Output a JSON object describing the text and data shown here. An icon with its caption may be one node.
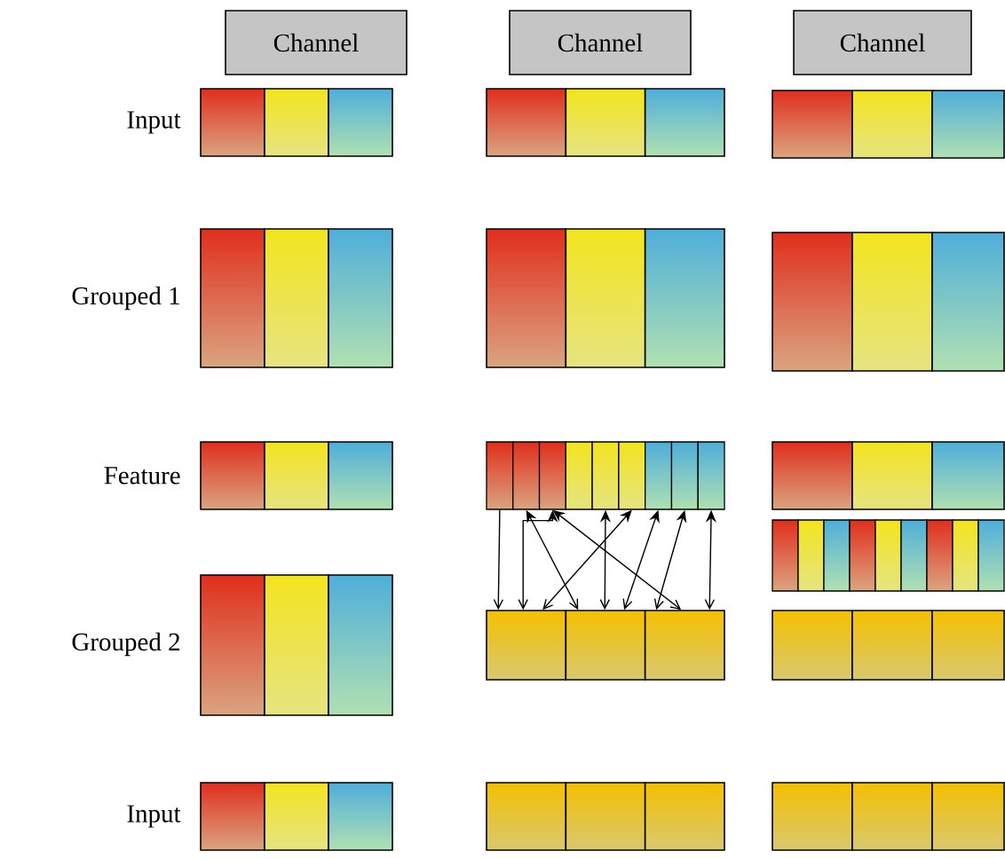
{
  "diagram": {
    "nodes": [
      {
        "text": [
          "Channel"
        ]
      },
      {
        "text": [
          "Channel"
        ]
      },
      {
        "text": [
          "Channel"
        ]
      },
      {
        "text": [],
        "shape": "box"
      },
      {
        "text": [],
        "shape": "box"
      },
      {
        "text": [],
        "shape": "box"
      },
      {
        "text": [],
        "shape": "box"
      },
      {
        "text": [],
        "shape": "box"
      },
      {
        "text": [],
        "shape": "box"
      },
      {
        "text": [],
        "shape": "box"
      },
      {
        "text": [],
        "shape": "box"
      },
      {
        "text": [],
        "shape": "box"
      },
      {
        "text": [],
        "shape": "box"
      },
      {
        "text": [],
        "shape": "box"
      },
      {
        "text": [],
        "shape": "box"
      },
      {
        "text": [],
        "shape": "box"
      },
      {
        "text": [],
        "shape": "box"
      },
      {
        "text": [],
        "shape": "box"
      },
      {
        "text": [],
        "shape": "box"
      },
      {
        "text": [],
        "shape": "box"
      },
      {
        "text": [],
        "shape": "box"
      },
      {
        "text": [],
        "shape": "box"
      },
      {
        "text": [],
        "shape": "box"
      },
      {
        "text": [],
        "shape": "box"
      },
      {
        "text": [],
        "shape": "bar"
      },
      {
        "text": [],
        "shape": "bar"
      },
      {
        "text": [],
        "shape": "bar"
      },
      {
        "text": [],
        "shape": "bar"
      },
      {
        "text": [],
        "shape": "bar"
      },
      {
        "text": [],
        "shape": "bar"
      },
      {
        "text": [],
        "shape": "bar"
      },
      {
        "text": [],
        "shape": "bar"
      },
      {
        "text": [],
        "shape": "bar"
      },
      {
        "text": [],
        "shape": "box"
      },
      {
        "text": [],
        "shape": "box"
      },
      {
        "text": [],
        "shape": "box"
      },
      {
        "text": [],
        "shape": "bar"
      },
      {
        "text": [],
        "shape": "bar"
      },
      {
        "text": [],
        "shape": "bar"
      },
      {
        "text": [],
        "shape": "bar"
      },
      {
        "text": [],
        "shape": "bar"
      },
      {
        "text": [],
        "shape": "bar"
      },
      {
        "text": [],
        "shape": "bar"
      },
      {
        "text": [],
        "shape": "bar"
      },
      {
        "text": [],
        "shape": "bar"
      },
      {
        "text": [],
        "shape": "box"
      },
      {
        "text": [],
        "shape": "box"
      },
      {
        "text": [],
        "shape": "box"
      },
      {
        "text": [],
        "shape": "box"
      },
      {
        "text": [],
        "shape": "box"
      },
      {
        "text": [],
        "shape": "box"
      },
      {
        "text": [],
        "shape": "box"
      },
      {
        "text": [],
        "shape": "box"
      },
      {
        "text": [],
        "shape": "box"
      },
      {
        "text": [],
        "shape": "box"
      },
      {
        "text": [],
        "shape": "box"
      },
      {
        "text": [],
        "shape": "box"
      },
      {
        "text": [],
        "shape": "box"
      },
      {
        "text": [],
        "shape": "box"
      },
      {
        "text": [],
        "shape": "box"
      },
      {
        "text": [],
        "shape": "box"
      },
      {
        "text": [],
        "shape": "box"
      },
      {
        "text": [],
        "shape": "box"
      }
    ],
    "edges": [
      {
        "from": 24,
        "to": 48,
        "arrow": "to"
      },
      {
        "from": 26,
        "to": 48,
        "arrow": "both"
      },
      {
        "from": 25,
        "to": 49,
        "arrow": "both"
      },
      {
        "from": 26,
        "to": 50,
        "arrow": "both"
      },
      {
        "from": 28,
        "to": 49,
        "arrow": "both"
      },
      {
        "from": 29,
        "to": 48,
        "arrow": "both"
      },
      {
        "from": 30,
        "to": 49,
        "arrow": "both"
      },
      {
        "from": 31,
        "to": 50,
        "arrow": "both"
      },
      {
        "from": 32,
        "to": 50,
        "arrow": "both"
      }
    ],
    "labels": [
      "Input",
      "Grouped 1",
      "Feature",
      "Grouped 2",
      "Input"
    ]
  }
}
